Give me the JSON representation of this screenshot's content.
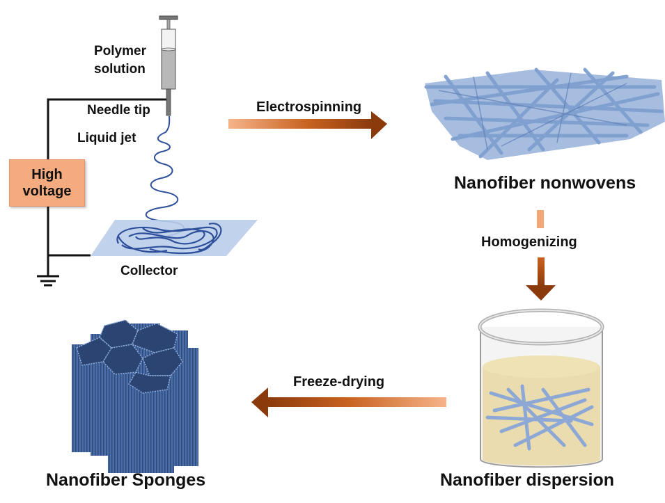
{
  "diagram": {
    "title": "Electrospinning to nanofiber sponge process",
    "setup_labels": {
      "polymer_line1": "Polymer",
      "polymer_line2": "solution",
      "needle_tip": "Needle tip",
      "liquid_jet": "Liquid jet",
      "high_voltage_line1": "High",
      "high_voltage_line2": "voltage",
      "collector": "Collector"
    },
    "steps": [
      {
        "label": "Electrospinning",
        "direction": "right"
      },
      {
        "label": "Homogenizing",
        "direction": "down"
      },
      {
        "label": "Freeze-drying",
        "direction": "left"
      }
    ],
    "stages": [
      {
        "label": "Nanofiber nonwovens"
      },
      {
        "label": "Nanofiber dispersion"
      },
      {
        "label": "Nanofiber Sponges"
      }
    ],
    "colors": {
      "arrow_start": "#f6b48a",
      "arrow_end": "#8b3a0c",
      "fiber_blue": "#7f9fd0",
      "sponge_blue": "#4a6ea8",
      "jet_blue": "#2e4f9a",
      "voltage_box": "#f4ab7f",
      "liquid": "#e9d9a6"
    }
  }
}
